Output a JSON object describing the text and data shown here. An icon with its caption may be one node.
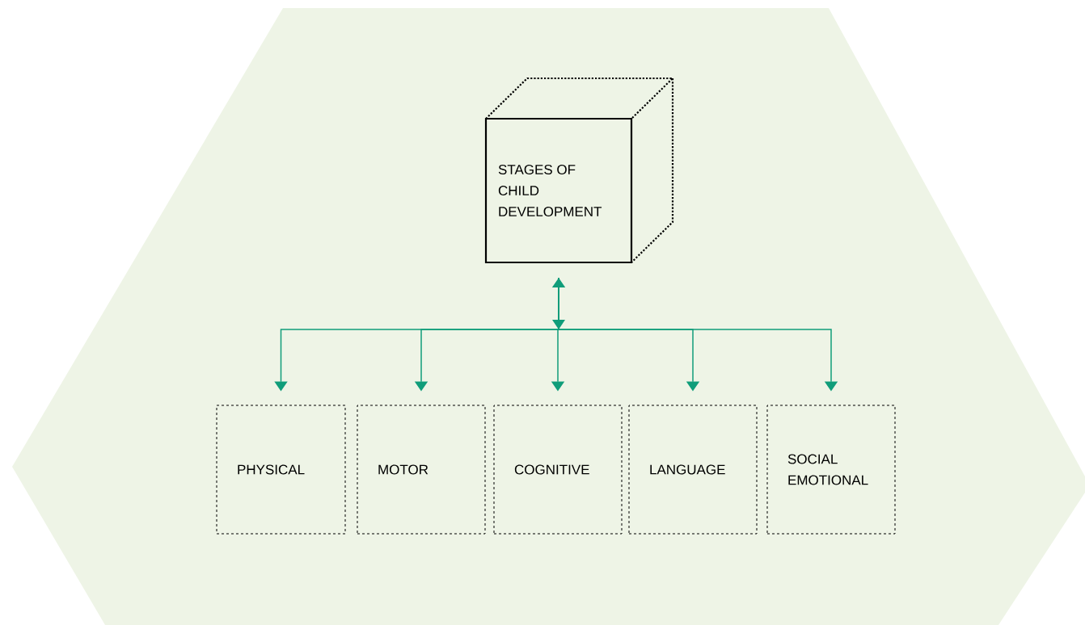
{
  "diagram": {
    "nodes": [
      {
        "text": [
          "STAGES OF CHILD DEVELOPMENT"
        ]
      },
      {
        "text": [
          "PHYSICAL"
        ]
      },
      {
        "text": [
          "MOTOR"
        ]
      },
      {
        "text": [
          "COGNITIVE"
        ]
      },
      {
        "text": [
          "LANGUAGE"
        ]
      },
      {
        "text": [
          "SOCIAL EMOTIONAL"
        ]
      }
    ],
    "edges": [
      {
        "from": 0,
        "to": 1,
        "arrow": "to"
      },
      {
        "from": 0,
        "to": 2,
        "arrow": "to"
      },
      {
        "from": 0,
        "to": 3,
        "arrow": "both"
      },
      {
        "from": 0,
        "to": 4,
        "arrow": "to"
      },
      {
        "from": 0,
        "to": 5,
        "arrow": "to"
      }
    ]
  }
}
